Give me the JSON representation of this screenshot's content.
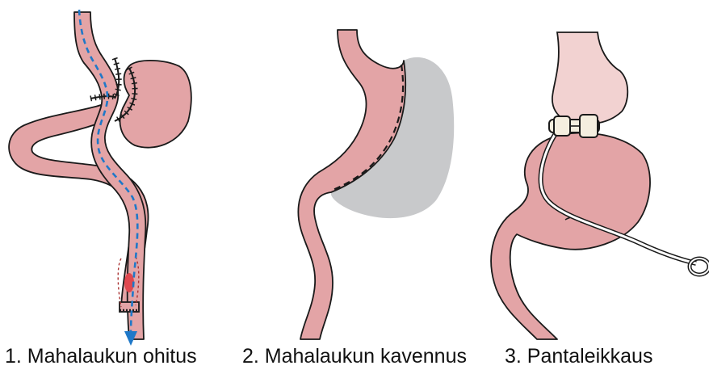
{
  "colors": {
    "tissue": "#e3a4a6",
    "tissue_light": "#f2d2d1",
    "outline": "#1a1a1a",
    "removed_part": "#c8c9cb",
    "arrow": "#1f78c8",
    "ulcer": "#e0484f",
    "band": "#f4eedf"
  },
  "captions": {
    "bypass": "1. Mahalaukun ohitus",
    "sleeve": "2. Mahalaukun kavennus",
    "band": "3. Pantaleikkaus"
  },
  "icons": {
    "bypass_figure": "gastric-bypass-illustration",
    "sleeve_figure": "sleeve-gastrectomy-illustration",
    "band_figure": "gastric-band-illustration"
  }
}
